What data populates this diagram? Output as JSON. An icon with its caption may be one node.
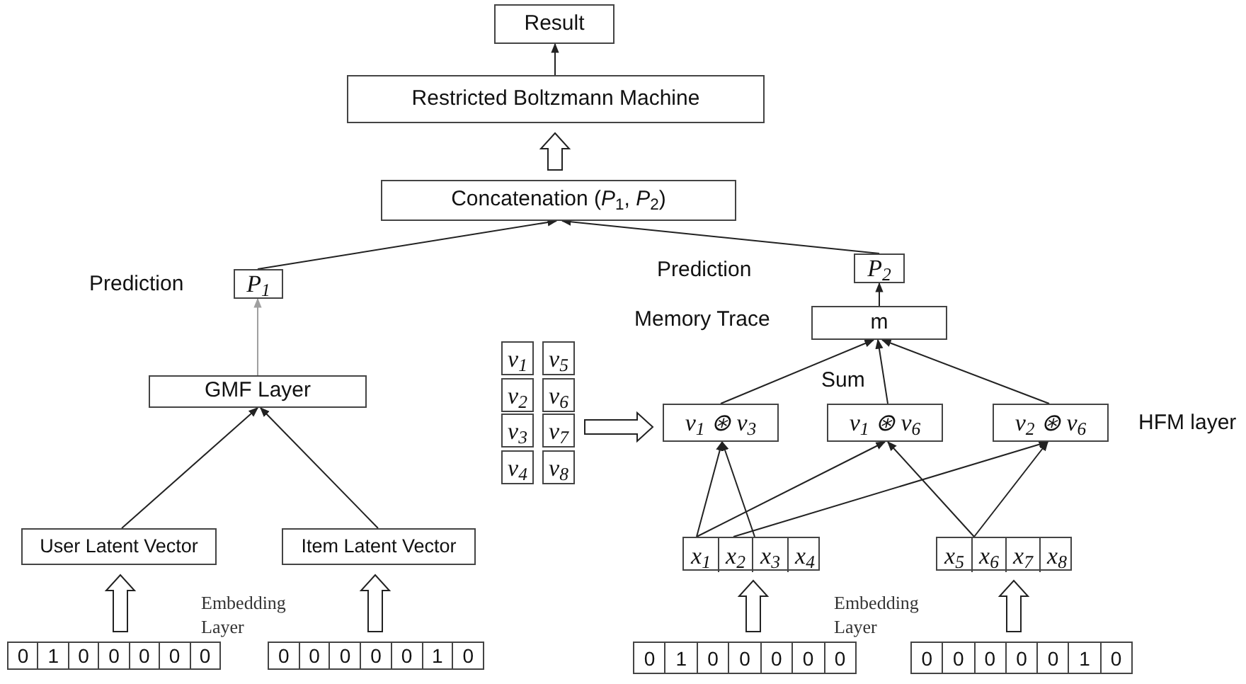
{
  "diagram": {
    "nodes": [
      {
        "text": [
          "Result"
        ]
      },
      {
        "text": [
          "Restricted Boltzmann Machine"
        ]
      },
      {
        "text": [
          "Concatenation (*P*$_{1}$, *P*$_{2}$)"
        ]
      },
      {
        "text": [
          "P$_{1}$"
        ]
      },
      {
        "text": [
          "P$_{2}$"
        ]
      },
      {
        "text": [
          "m"
        ]
      },
      {
        "text": [],
        "shape": "box"
      },
      {
        "text": [
          "v$_{1}$"
        ],
        "in": 6
      },
      {
        "text": [
          "v$_{5}$"
        ],
        "in": 6
      },
      {
        "text": [
          "v$_{2}$"
        ],
        "in": 6
      },
      {
        "text": [
          "v$_{6}$"
        ],
        "in": 6
      },
      {
        "text": [
          "v$_{3}$"
        ],
        "in": 6
      },
      {
        "text": [
          "v$_{7}$"
        ],
        "in": 6
      },
      {
        "text": [
          "v$_{4}$"
        ],
        "in": 6
      },
      {
        "text": [
          "v$_{8}$"
        ],
        "in": 6
      },
      {
        "text": [
          "v$_{1}$ ⊛ v$_{3}$"
        ]
      },
      {
        "text": [
          "v$_{1}$ ⊛ v$_{6}$"
        ]
      },
      {
        "text": [
          "v$_{2}$ ⊛ v$_{6}$"
        ]
      },
      {
        "text": [
          "GMF Layer"
        ]
      },
      {
        "text": [
          "User Latent Vector"
        ]
      },
      {
        "text": [
          "Item Latent Vector"
        ]
      },
      {
        "text": [],
        "shape": "box"
      },
      {
        "text": [
          "x$_{1}$"
        ],
        "in": 21
      },
      {
        "text": [
          "x$_{2}$"
        ],
        "in": 21
      },
      {
        "text": [
          "x$_{3}$"
        ],
        "in": 21
      },
      {
        "text": [
          "x$_{4}$"
        ],
        "in": 21
      },
      {
        "text": [],
        "shape": "box"
      },
      {
        "text": [
          "x$_{5}$"
        ],
        "in": 26
      },
      {
        "text": [
          "x$_{6}$"
        ],
        "in": 26
      },
      {
        "text": [
          "x$_{7}$"
        ],
        "in": 26
      },
      {
        "text": [
          "x$_{8}$"
        ],
        "in": 26
      },
      {
        "text": [
          "0",
          "1",
          "0",
          "0",
          "0",
          "0",
          "0"
        ]
      },
      {
        "text": [
          "0",
          "0",
          "0",
          "0",
          "0",
          "1",
          "0"
        ]
      },
      {
        "text": [
          "0",
          "1",
          "0",
          "0",
          "0",
          "0",
          "0"
        ]
      },
      {
        "text": [
          "0",
          "0",
          "0",
          "0",
          "0",
          "1",
          "0"
        ]
      }
    ],
    "edges": [
      {
        "from": 1,
        "to": 0,
        "arrow": "to"
      },
      {
        "from": 2,
        "to": 1,
        "arrow": "to",
        "style": "thick"
      },
      {
        "from": 3,
        "to": 2,
        "arrow": "to"
      },
      {
        "from": 4,
        "to": 2,
        "arrow": "to"
      },
      {
        "from": 5,
        "to": 4,
        "arrow": "to"
      },
      {
        "from": 15,
        "to": 5,
        "arrow": "to"
      },
      {
        "from": 16,
        "to": 5,
        "arrow": "to"
      },
      {
        "from": 17,
        "to": 5,
        "arrow": "to"
      },
      {
        "from": 18,
        "to": 3,
        "arrow": "to",
        "color": "#a0a0a0"
      },
      {
        "from": 19,
        "to": 18,
        "arrow": "to"
      },
      {
        "from": 20,
        "to": 18,
        "arrow": "to"
      },
      {
        "from": 31,
        "to": 19,
        "arrow": "to",
        "style": "thick"
      },
      {
        "from": 32,
        "to": 20,
        "arrow": "to",
        "style": "thick"
      },
      {
        "from": 33,
        "to": 21,
        "arrow": "to",
        "style": "thick"
      },
      {
        "from": 34,
        "to": 26,
        "arrow": "to",
        "style": "thick"
      },
      {
        "from": 6,
        "to": 15,
        "arrow": "to",
        "style": "thick"
      },
      {
        "from": 22,
        "to": 15,
        "arrow": "to"
      },
      {
        "from": 24,
        "to": 15,
        "arrow": "to"
      },
      {
        "from": 22,
        "to": 16,
        "arrow": "to"
      },
      {
        "from": 23,
        "to": 17,
        "arrow": "to"
      },
      {
        "from": 28,
        "to": 16,
        "arrow": "to"
      },
      {
        "from": 28,
        "to": 17,
        "arrow": "to"
      }
    ],
    "labels": [
      "Prediction",
      "Prediction",
      "Memory Trace",
      "Sum",
      "HFM layer",
      "Embedding Layer",
      "Embedding Layer"
    ]
  }
}
